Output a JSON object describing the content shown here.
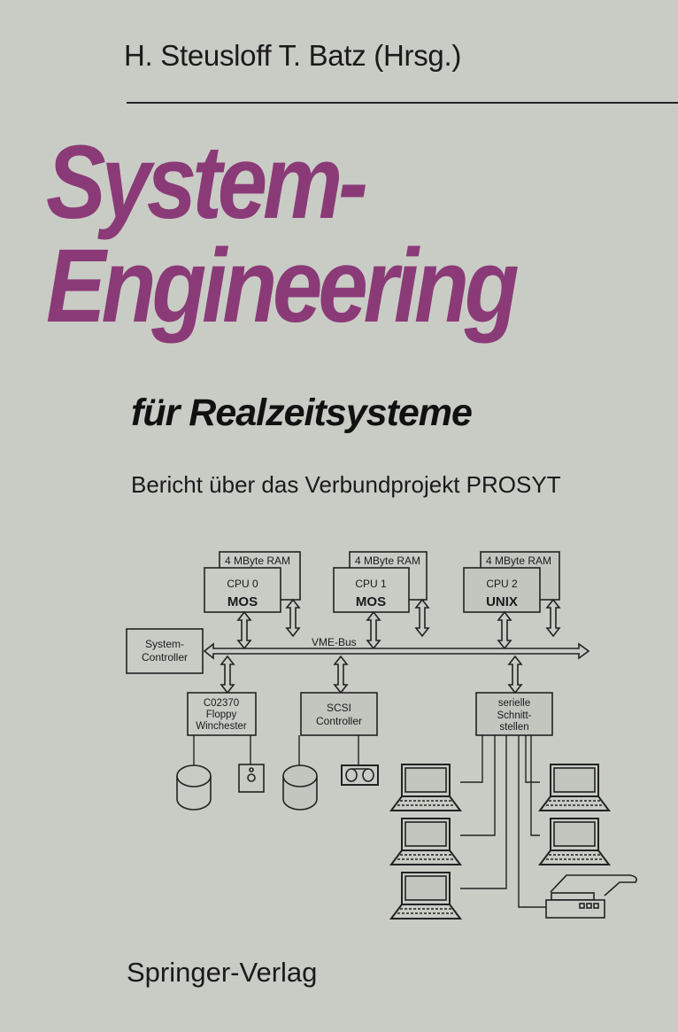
{
  "cover": {
    "authors": "H. Steusloff  T. Batz (Hrsg.)",
    "title_line1": "System-",
    "title_line2": "Engineering",
    "title_line3": "für Realzeitsysteme",
    "subtitle": "Bericht über das Verbundprojekt PROSYT",
    "publisher": "Springer-Verlag",
    "title_color": "#8b3a78"
  },
  "diagram": {
    "ram": "4 MByte RAM",
    "cpus": [
      {
        "name": "CPU 0",
        "os": "MOS"
      },
      {
        "name": "CPU 1",
        "os": "MOS"
      },
      {
        "name": "CPU 2",
        "os": "UNIX"
      }
    ],
    "bus": "VME-Bus",
    "system_controller": [
      "System-",
      "Controller"
    ],
    "c02370": [
      "C02370",
      "Floppy",
      "Winchester"
    ],
    "scsi": [
      "SCSI",
      "Controller"
    ],
    "serial": [
      "serielle",
      "Schnitt-",
      "stellen"
    ]
  }
}
